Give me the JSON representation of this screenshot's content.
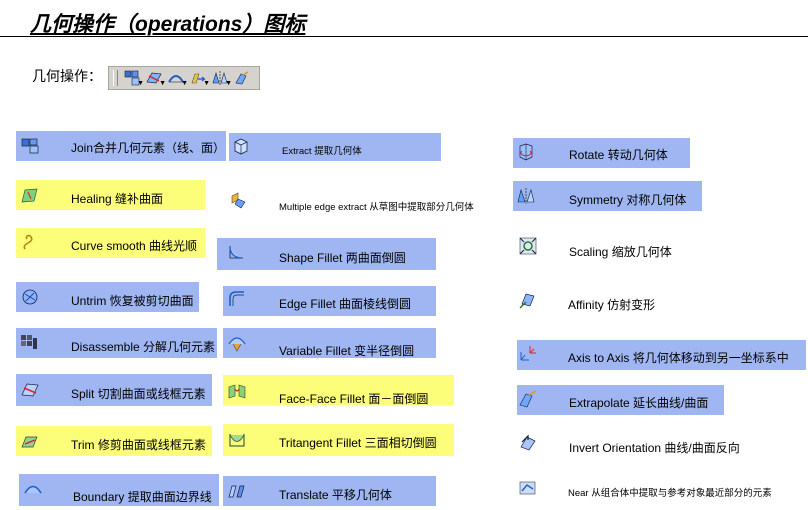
{
  "title": "几何操作（operations）图标",
  "toolbar": {
    "label": "几何操作："
  },
  "left_items": [
    {
      "text": "Join合并几何元素（线、面）",
      "icon": "join-icon",
      "highlight": "blue"
    },
    {
      "text": "Healing 缝补曲面",
      "icon": "healing-icon",
      "highlight": "yellow"
    },
    {
      "text": "Curve smooth 曲线光顺",
      "icon": "curve-smooth-icon",
      "highlight": "yellow"
    },
    {
      "text": "Untrim 恢复被剪切曲面",
      "icon": "untrim-icon",
      "highlight": "blue"
    },
    {
      "text": "Disassemble 分解几何元素",
      "icon": "disassemble-icon",
      "highlight": "blue"
    },
    {
      "text": "Split 切割曲面或线框元素",
      "icon": "split-icon",
      "highlight": "blue"
    },
    {
      "text": "Trim 修剪曲面或线框元素",
      "icon": "trim-icon",
      "highlight": "yellow"
    },
    {
      "text": "Boundary 提取曲面边界线",
      "icon": "boundary-icon",
      "highlight": "blue"
    }
  ],
  "middle_items": [
    {
      "text": "Extract 提取几何体",
      "icon": "extract-icon",
      "highlight": "blue"
    },
    {
      "text": "Multiple edge extract   从草图中提取部分几何体",
      "icon": "multiple-edge-extract-icon",
      "highlight": "none"
    },
    {
      "text": "Shape Fillet 两曲面倒圆",
      "icon": "shape-fillet-icon",
      "highlight": "blue"
    },
    {
      "text": "Edge Fillet    曲面棱线倒圆",
      "icon": "edge-fillet-icon",
      "highlight": "blue"
    },
    {
      "text": "Variable Fillet 变半径倒圆",
      "icon": "variable-fillet-icon",
      "highlight": "blue"
    },
    {
      "text": "Face-Face Fillet 面－面倒圆",
      "icon": "face-face-fillet-icon",
      "highlight": "yellow"
    },
    {
      "text": "Tritangent Fillet    三面相切倒圆",
      "icon": "tritangent-fillet-icon",
      "highlight": "yellow"
    },
    {
      "text": "Translate    平移几何体",
      "icon": "translate-icon",
      "highlight": "blue"
    }
  ],
  "right_items": [
    {
      "text": "Rotate    转动几何体",
      "icon": "rotate-icon",
      "highlight": "blue"
    },
    {
      "text": "Symmetry    对称几何体",
      "icon": "symmetry-icon",
      "highlight": "blue"
    },
    {
      "text": "Scaling    缩放几何体",
      "icon": "scaling-icon",
      "highlight": "none"
    },
    {
      "text": "Affinity    仿射变形",
      "icon": "affinity-icon",
      "highlight": "none"
    },
    {
      "text": "Axis to Axis    将几何体移动到另一坐标系中",
      "icon": "axis-to-axis-icon",
      "highlight": "blue"
    },
    {
      "text": "Extrapolate    延长曲线/曲面",
      "icon": "extrapolate-icon",
      "highlight": "blue"
    },
    {
      "text": "Invert Orientation    曲线/曲面反向",
      "icon": "invert-orientation-icon",
      "highlight": "none"
    },
    {
      "text": "Near    从组合体中提取与参考对象最近部分的元素",
      "icon": "near-icon",
      "highlight": "none"
    }
  ],
  "colors": {
    "blue_highlight": "#9fb6f2",
    "yellow_highlight": "#fcfd78",
    "toolbar_bg": "#d6d3ce"
  }
}
